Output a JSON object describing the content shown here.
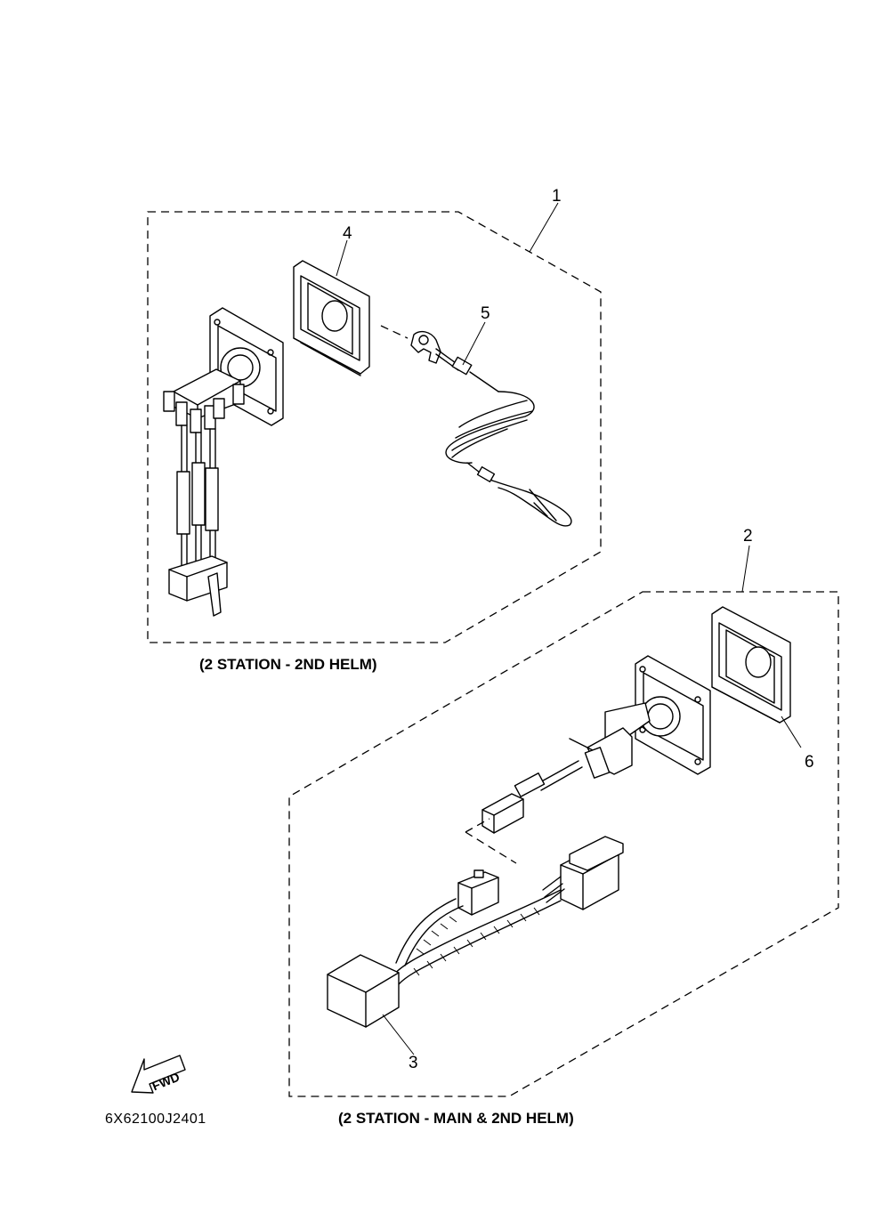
{
  "callouts": [
    "1",
    "2",
    "3",
    "4",
    "5",
    "6"
  ],
  "captions": {
    "upper_group": "(2 STATION - 2ND HELM)",
    "lower_group": "(2 STATION - MAIN & 2ND HELM)"
  },
  "fwd_label": "FWD",
  "drawing_code": "6X62100J2401"
}
